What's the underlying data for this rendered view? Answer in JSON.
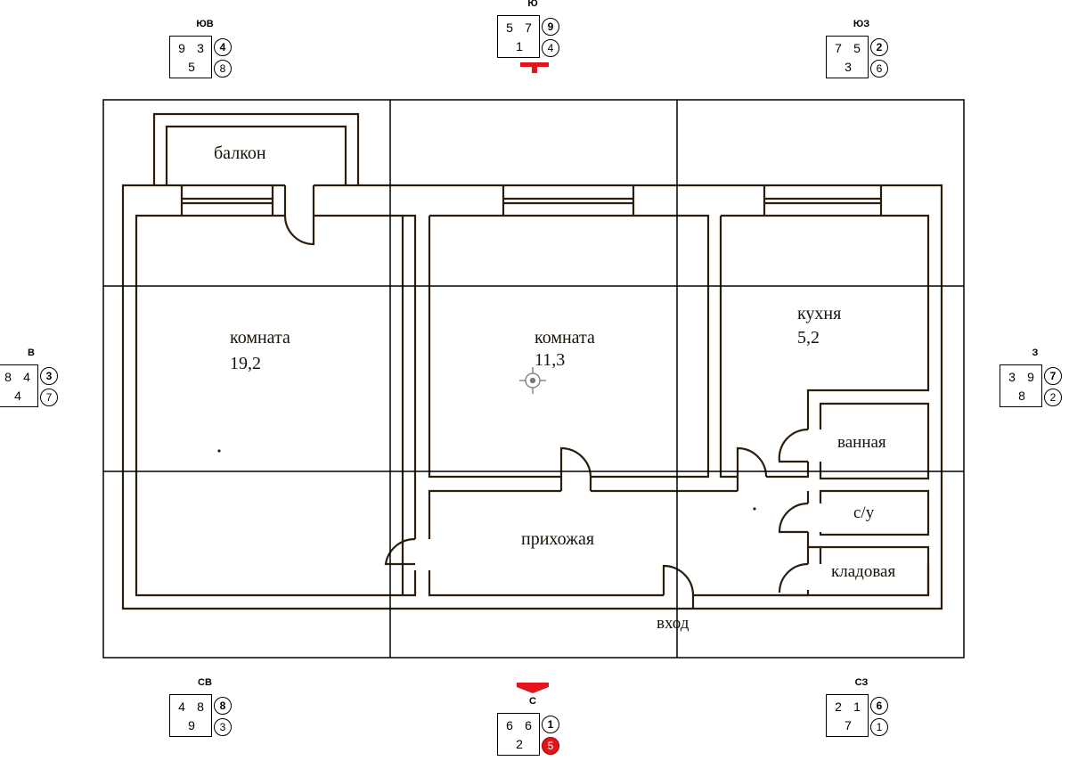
{
  "sectors": {
    "yuv": {
      "label": "ЮВ",
      "n1": "9",
      "n2": "3",
      "n3": "5",
      "c1": "4",
      "c2": "8"
    },
    "yu": {
      "label": "Ю",
      "n1": "5",
      "n2": "7",
      "n3": "1",
      "c1": "9",
      "c2": "4"
    },
    "yuz": {
      "label": "ЮЗ",
      "n1": "7",
      "n2": "5",
      "n3": "3",
      "c1": "2",
      "c2": "6"
    },
    "v": {
      "label": "В",
      "n1": "8",
      "n2": "4",
      "n3": "4",
      "c1": "3",
      "c2": "7"
    },
    "z": {
      "label": "З",
      "n1": "3",
      "n2": "9",
      "n3": "8",
      "c1": "7",
      "c2": "2"
    },
    "sv": {
      "label": "СВ",
      "n1": "4",
      "n2": "8",
      "n3": "9",
      "c1": "8",
      "c2": "3"
    },
    "s": {
      "label": "С",
      "n1": "6",
      "n2": "6",
      "n3": "2",
      "c1": "1",
      "c2": "5"
    },
    "sz": {
      "label": "СЗ",
      "n1": "2",
      "n2": "1",
      "n3": "7",
      "c1": "6",
      "c2": "1"
    }
  },
  "rooms": {
    "balcony": "балкон",
    "room1_name": "комната",
    "room1_area": "19,2",
    "room2_name": "комната",
    "room2_area": "11,3",
    "kitchen_name": "кухня",
    "kitchen_area": "5,2",
    "bathroom": "ванная",
    "toilet": "с/у",
    "storage": "кладовая",
    "hallway": "прихожая",
    "entrance": "вход"
  },
  "colors": {
    "wall": "#2b1e0e",
    "grid": "#000000",
    "marker": "#e2151b"
  },
  "icons": {
    "center": "crosshair-icon",
    "south_pointer": "pointer-up-icon",
    "north_pointer": "pointer-down-icon"
  }
}
